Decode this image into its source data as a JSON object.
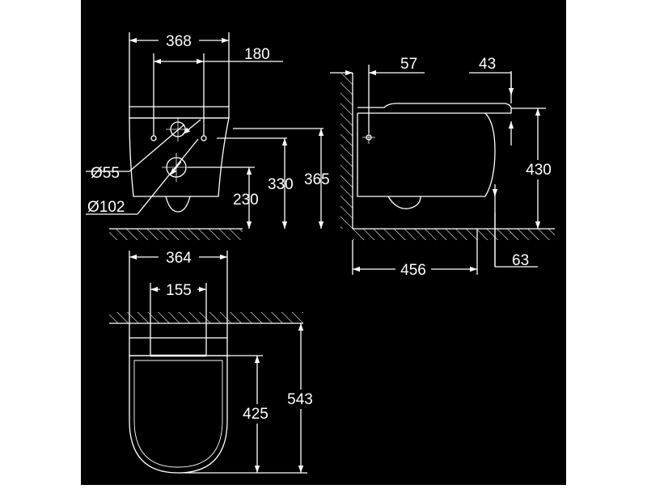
{
  "colors": {
    "background": "#000000",
    "line": "#ffffff",
    "panel": "#ffffff"
  },
  "front_view": {
    "width_total": "368",
    "inlet_spacing": "180",
    "inlet_diameter": "Ø55",
    "outlet_diameter": "Ø102",
    "outlet_height": "230",
    "inlet_height": "330",
    "overall_height": "365"
  },
  "side_view": {
    "wall_to_inlet": "57",
    "lid_overhang": "43",
    "seat_height": "430",
    "projection": "456",
    "front_clearance": "63"
  },
  "top_view": {
    "width_total": "364",
    "hinge_spacing": "155",
    "bowl_length": "425",
    "overall_length": "543"
  }
}
